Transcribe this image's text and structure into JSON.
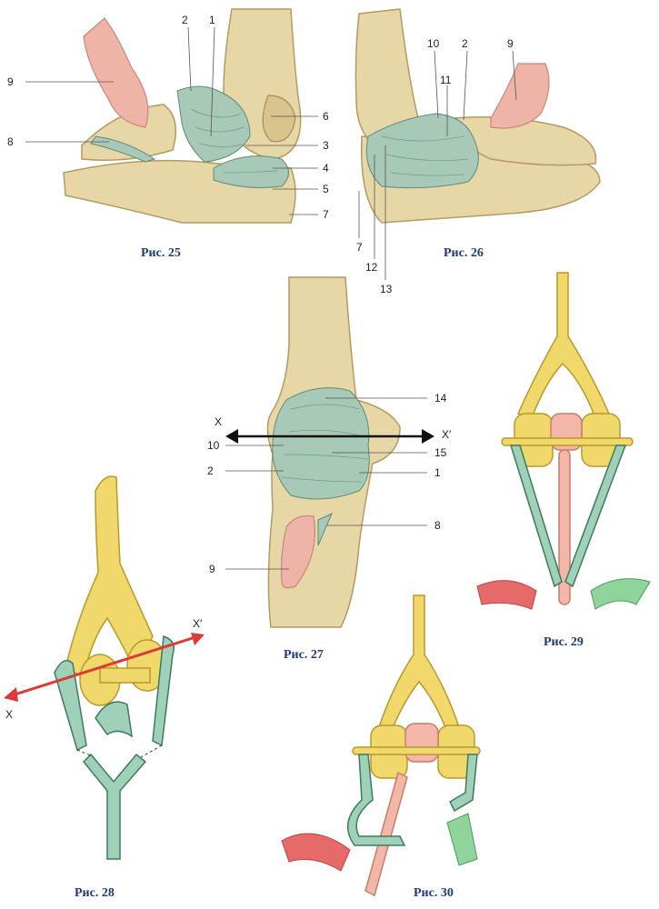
{
  "figures": [
    {
      "id": "fig25",
      "caption": "Рис. 25"
    },
    {
      "id": "fig26",
      "caption": "Рис. 26"
    },
    {
      "id": "fig27",
      "caption": "Рис. 27"
    },
    {
      "id": "fig28",
      "caption": "Рис. 28"
    },
    {
      "id": "fig29",
      "caption": "Рис. 29"
    },
    {
      "id": "fig30",
      "caption": "Рис. 30"
    }
  ],
  "labels": {
    "fig25": [
      "9",
      "8",
      "2",
      "1",
      "6",
      "3",
      "4",
      "5",
      "7"
    ],
    "fig26": [
      "10",
      "2",
      "9",
      "11",
      "7",
      "12",
      "13"
    ],
    "fig27": [
      "14",
      "10",
      "15",
      "2",
      "1",
      "8",
      "9"
    ],
    "axis": {
      "x": "X",
      "x_prime": "X′"
    }
  },
  "colors": {
    "bone": "#e8d7a6",
    "ligament": "#a8c8b8",
    "muscle": "#eeb4a8",
    "model_yellow": "#f1d86a",
    "model_green": "#9fd0b8",
    "model_pink": "#f2b7a8",
    "arrow_red": "#d93a3a",
    "caption_blue": "#1f3a7a"
  }
}
